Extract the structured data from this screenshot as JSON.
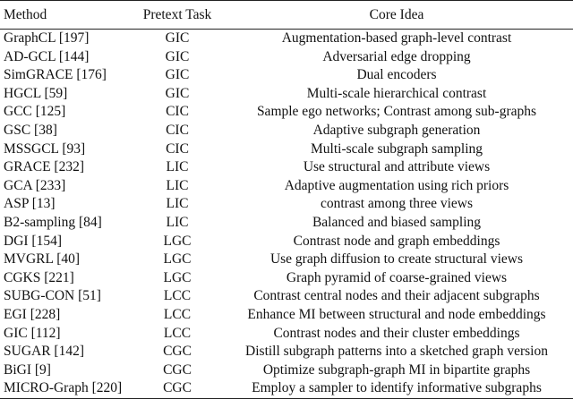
{
  "table": {
    "headers": [
      "Method",
      "Pretext Task",
      "Core Idea"
    ],
    "rows": [
      [
        "GraphCL [197]",
        "GIC",
        "Augmentation-based graph-level contrast"
      ],
      [
        "AD-GCL [144]",
        "GIC",
        "Adversarial edge dropping"
      ],
      [
        "SimGRACE [176]",
        "GIC",
        "Dual encoders"
      ],
      [
        "HGCL [59]",
        "GIC",
        "Multi-scale hierarchical contrast"
      ],
      [
        "GCC [125]",
        "CIC",
        "Sample ego networks; Contrast among sub-graphs"
      ],
      [
        "GSC [38]",
        "CIC",
        "Adaptive subgraph generation"
      ],
      [
        "MSSGCL [93]",
        "CIC",
        "Multi-scale subgraph sampling"
      ],
      [
        "GRACE [232]",
        "LIC",
        "Use structural and attribute views"
      ],
      [
        "GCA [233]",
        "LIC",
        "Adaptive augmentation using rich priors"
      ],
      [
        "ASP [13]",
        "LIC",
        "contrast among three views"
      ],
      [
        "B2-sampling [84]",
        "LIC",
        "Balanced and biased sampling"
      ],
      [
        "DGI [154]",
        "LGC",
        "Contrast node and graph embeddings"
      ],
      [
        "MVGRL [40]",
        "LGC",
        "Use graph diffusion to create structural views"
      ],
      [
        "CGKS [221]",
        "LGC",
        "Graph pyramid of coarse-grained views"
      ],
      [
        "SUBG-CON [51]",
        "LCC",
        "Contrast central nodes and their adjacent subgraphs"
      ],
      [
        "EGI [228]",
        "LCC",
        "Enhance MI between structural and node embeddings"
      ],
      [
        "GIC [112]",
        "LCC",
        "Contrast nodes and their cluster embeddings"
      ],
      [
        "SUGAR [142]",
        "CGC",
        "Distill subgraph patterns into a sketched graph version"
      ],
      [
        "BiGI [9]",
        "CGC",
        "Optimize subgraph-graph MI in bipartite graphs"
      ],
      [
        "MICRO-Graph [220]",
        "CGC",
        "Employ a sampler to identify informative subgraphs"
      ]
    ]
  }
}
